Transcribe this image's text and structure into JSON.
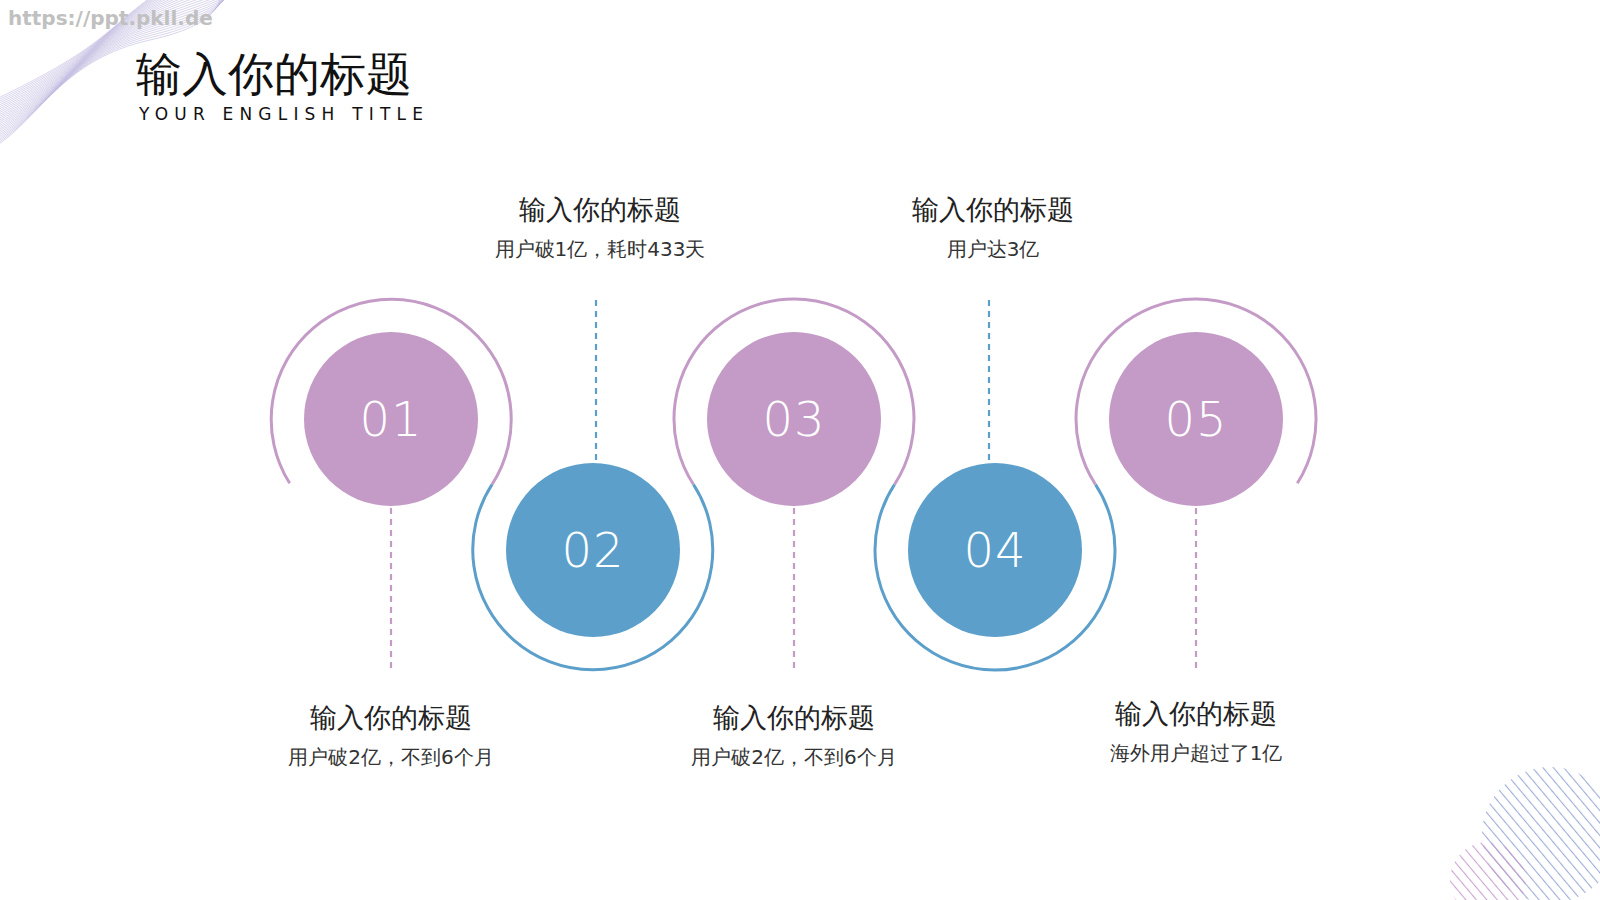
{
  "diagram": {
    "title": "输入你的标题",
    "nodes": [
      {
        "text": [
          "01",
          "输入你的标题",
          "用户破2亿，不到6个月"
        ]
      },
      {
        "text": [
          "02",
          "输入你的标题",
          "用户破1亿，耗时433天"
        ]
      },
      {
        "text": [
          "03",
          "输入你的标题",
          "用户破2亿，不到6个月"
        ]
      },
      {
        "text": [
          "04",
          "输入你的标题",
          "用户达3亿"
        ]
      },
      {
        "text": [
          "05",
          "输入你的标题",
          "海外用户超过了1亿"
        ]
      }
    ],
    "labels": [
      "YOUR ENGLISH TITLE",
      "https://ppt.pkll.de"
    ]
  }
}
